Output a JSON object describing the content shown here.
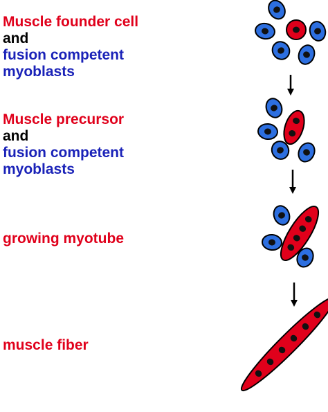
{
  "stages": [
    {
      "lines": [
        {
          "text": "Muscle founder cell",
          "color": "red"
        },
        {
          "text": "and",
          "color": "black"
        },
        {
          "text": "fusion competent",
          "color": "blue"
        },
        {
          "text": "myoblasts",
          "color": "blue"
        }
      ]
    },
    {
      "lines": [
        {
          "text": "Muscle precursor",
          "color": "red"
        },
        {
          "text": "and",
          "color": "black"
        },
        {
          "text": "fusion competent",
          "color": "blue"
        },
        {
          "text": "myoblasts",
          "color": "blue"
        }
      ]
    },
    {
      "lines": [
        {
          "text": "growing myotube",
          "color": "red"
        }
      ]
    },
    {
      "lines": [
        {
          "text": "muscle fiber",
          "color": "red"
        }
      ]
    }
  ],
  "colors": {
    "founder": "#e0001b",
    "myoblast": "#2d6fe0",
    "nucleus": "#111111",
    "text_red": "#e0001b",
    "text_blue": "#1a22b8"
  }
}
